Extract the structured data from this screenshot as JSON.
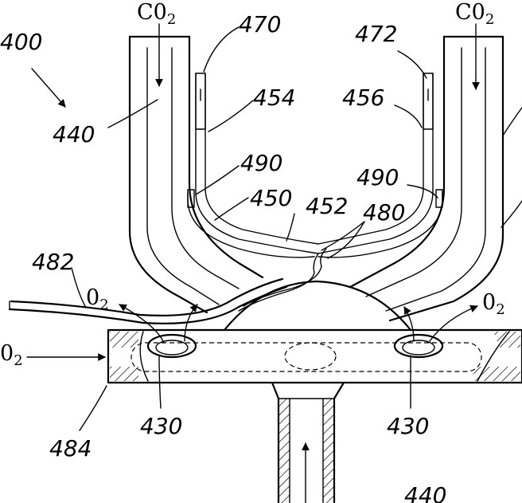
{
  "labels": {
    "n400": "400",
    "n440": "440",
    "n440b": "440",
    "n470": "470",
    "n472": "472",
    "n454": "454",
    "n456": "456",
    "n490a": "490",
    "n490b": "490",
    "n450": "450",
    "n452": "452",
    "n480": "480",
    "n482": "482",
    "n484": "484",
    "n430a": "430",
    "n430b": "430"
  },
  "gases": {
    "co2_left": "C0",
    "co2_right": "C0",
    "o2_left_out": "0",
    "o2_right_out": "0",
    "o2_inlet": "0",
    "sub": "2"
  }
}
